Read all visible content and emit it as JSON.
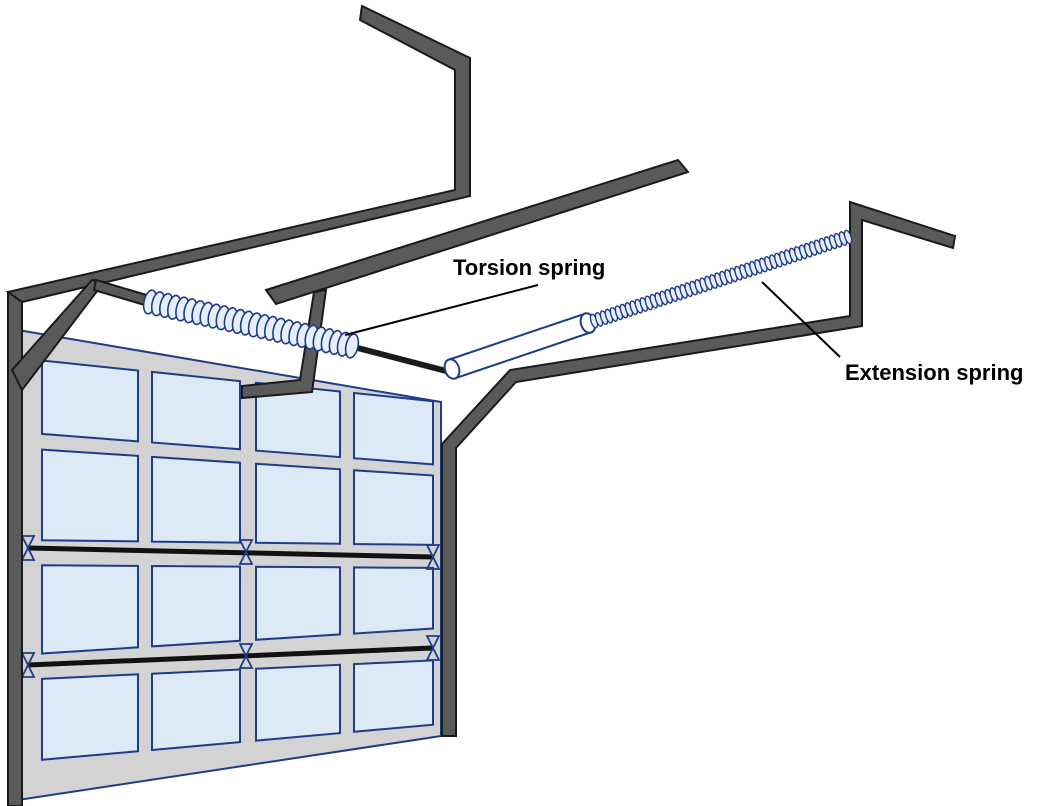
{
  "labels": {
    "torsion": "Torsion spring",
    "extension": "Extension spring"
  },
  "colors": {
    "frame_fill": "#5a5a5a",
    "frame_stroke": "#1a1a1a",
    "door_panel": "#d3d3d3",
    "door_outline": "#1f3c88",
    "window_fill": "#dce9f7",
    "window_stroke": "#1f3c88",
    "spring_stroke": "#1f3c88",
    "spring_fill": "#e8eef9",
    "strut": "#111111"
  },
  "door": {
    "rows": 4,
    "columns": 4
  }
}
